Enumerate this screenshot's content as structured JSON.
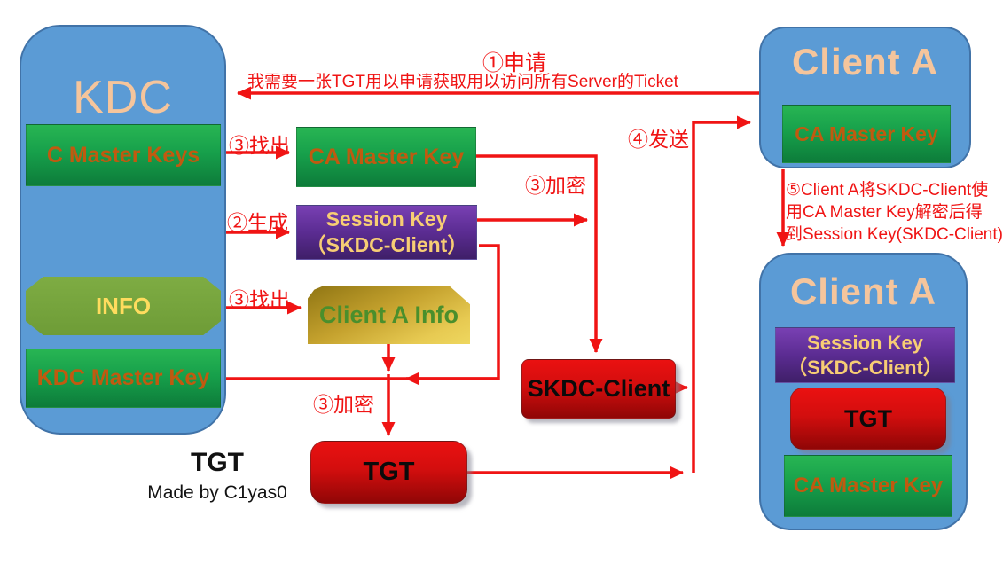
{
  "colors": {
    "arrow_red": "#f01414",
    "container_blue": "#5b9bd5",
    "container_border": "#4173a8",
    "title_peach": "#f5c59c",
    "key_green_top": "#28b553",
    "key_green_bottom": "#0d7c3a",
    "key_text_orange": "#c05a10",
    "info_olive": "#7eac43",
    "info_text_yellow": "#ffdc5e",
    "session_purple": "#5b2c92",
    "session_text_gold": "#f7cd74",
    "info_gold_box": "#d9b83c",
    "info_gold_text_green": "#4a8f2c",
    "ticket_red": "#d30e0e"
  },
  "kdc": {
    "title": "KDC",
    "c_master_keys": "C Master  Keys",
    "info": "INFO",
    "kdc_master_key": "KDC Master Key"
  },
  "middle": {
    "ca_master_key": "CA Master  Key",
    "session_key_line1": "Session Key",
    "session_key_line2": "（SKDC-Client）",
    "client_a_info": "Client A Info",
    "skdc_client": "SKDC-Client",
    "tgt": "TGT"
  },
  "client_a_top": {
    "title": "Client A",
    "ca_master_key": "CA Master Key"
  },
  "client_a_bottom": {
    "title": "Client A",
    "session_key_line1": "Session Key",
    "session_key_line2": "（SKDC-Client）",
    "tgt": "TGT",
    "ca_master_key": "CA Master Key"
  },
  "steps": {
    "step1_title": "①申请",
    "step1_message": "我需要一张TGT用以申请获取用以访问所有Server的Ticket",
    "step2": "②生成",
    "step3_find_1": "③找出",
    "step3_find_2": "③找出",
    "step3_encrypt_1": "③加密",
    "step3_encrypt_2": "③加密",
    "step4": "④发送",
    "step5_line1": "⑤Client A将SKDC-Client使",
    "step5_line2": "用CA Master Key解密后得",
    "step5_line3": "到Session Key(SKDC-Client)"
  },
  "caption": {
    "title": "TGT",
    "credit": "Made by C1yas0"
  }
}
